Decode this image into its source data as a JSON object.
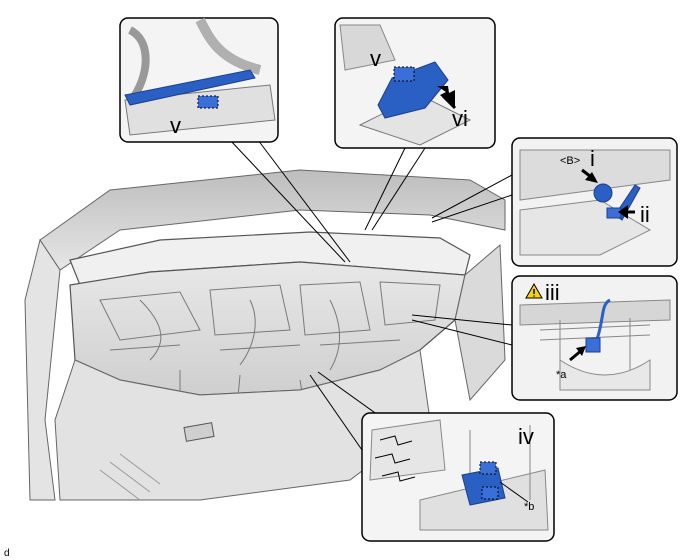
{
  "callouts": {
    "top_left": {
      "label": "v"
    },
    "top_center": {
      "label_a": "v",
      "label_b": "vi"
    },
    "right_upper": {
      "tag": "<B>",
      "label_a": "i",
      "label_b": "ii"
    },
    "right_middle": {
      "label": "iii",
      "note": "*a",
      "warning_icon": "warning-triangle-icon"
    },
    "bottom_right": {
      "label": "iv",
      "note": "*b"
    }
  },
  "figure_code": "d",
  "colors": {
    "harness_blue": "#2a5fc4",
    "clip_blue": "#3b6fd8",
    "outline": "#333333",
    "panel_bg": "#f2f2f2",
    "warning_yellow": "#f5d20a"
  }
}
